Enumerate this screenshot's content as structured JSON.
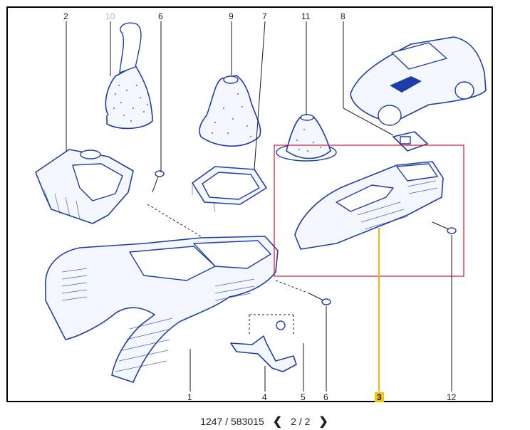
{
  "diagram": {
    "labels": {
      "p1": "1",
      "p2": "2",
      "p3": "3",
      "p4": "4",
      "p5": "5",
      "p6a": "6",
      "p6b": "6",
      "p7": "7",
      "p8": "8",
      "p9": "9",
      "p10": "10",
      "p11": "11",
      "p12": "12"
    },
    "colors": {
      "line": "#1d3ea8",
      "highlight_box": "#e0142a",
      "highlight_leader": "#f5b800",
      "badge": "#f5c400",
      "muted_label": "#b5b5b5"
    },
    "highlighted_part": "3"
  },
  "footer": {
    "reference": "1247 / 583015",
    "page": "2 / 2",
    "prev_icon": "chevron-left-icon",
    "next_icon": "chevron-right-icon"
  }
}
